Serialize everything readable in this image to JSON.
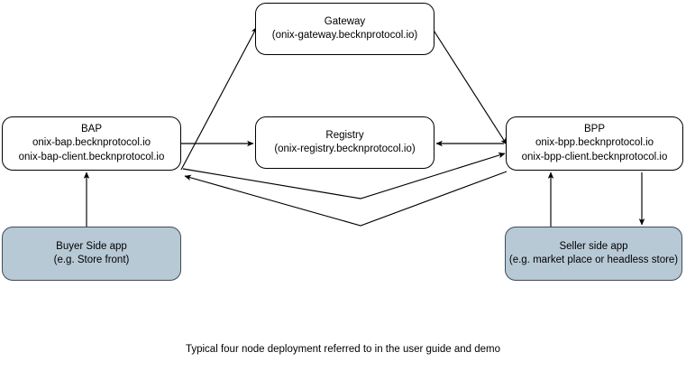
{
  "diagram": {
    "caption": "Typical four node deployment referred to in the user guide and demo",
    "colors": {
      "stroke": "#000000",
      "node_fill": "#ffffff",
      "app_node_fill": "#b8c9d6",
      "app_node_stroke": "#3f4b57",
      "background": "#ffffff"
    },
    "nodes": [
      {
        "id": "gateway",
        "title": "Gateway",
        "subtitle": "(onix-gateway.becknprotocol.io)",
        "style": "plain"
      },
      {
        "id": "bap",
        "title": "BAP",
        "subtitle": "onix-bap.becknprotocol.io",
        "subtitle2": "onix-bap-client.becknprotocol.io",
        "style": "plain"
      },
      {
        "id": "registry",
        "title": "Registry",
        "subtitle": "(onix-registry.becknprotocol.io)",
        "style": "plain"
      },
      {
        "id": "bpp",
        "title": "BPP",
        "subtitle": "onix-bpp.becknprotocol.io",
        "subtitle2": "onix-bpp-client.becknprotocol.io",
        "style": "plain"
      },
      {
        "id": "buyer",
        "title": "Buyer Side app",
        "subtitle": "(e.g. Store front)",
        "style": "filled"
      },
      {
        "id": "seller",
        "title": "Seller side app",
        "subtitle": "(e.g. market place or headless store)",
        "style": "filled"
      }
    ],
    "edges": [
      {
        "id": "bap-to-gateway",
        "from": "bap",
        "to": "gateway",
        "label": ""
      },
      {
        "id": "gateway-to-bpp",
        "from": "gateway",
        "to": "bpp",
        "label": ""
      },
      {
        "id": "bap-to-registry",
        "from": "bap",
        "to": "registry",
        "label": ""
      },
      {
        "id": "bpp-to-registry",
        "from": "bpp",
        "to": "registry",
        "label": ""
      },
      {
        "id": "bap-to-bpp",
        "from": "bap",
        "to": "bpp",
        "label": ""
      },
      {
        "id": "bpp-to-bap",
        "from": "bpp",
        "to": "bap",
        "label": ""
      },
      {
        "id": "buyer-to-bap",
        "from": "buyer",
        "to": "bap",
        "label": ""
      },
      {
        "id": "seller-to-bpp",
        "from": "seller",
        "to": "bpp",
        "label": ""
      },
      {
        "id": "bpp-to-seller",
        "from": "bpp",
        "to": "seller",
        "label": ""
      }
    ]
  }
}
